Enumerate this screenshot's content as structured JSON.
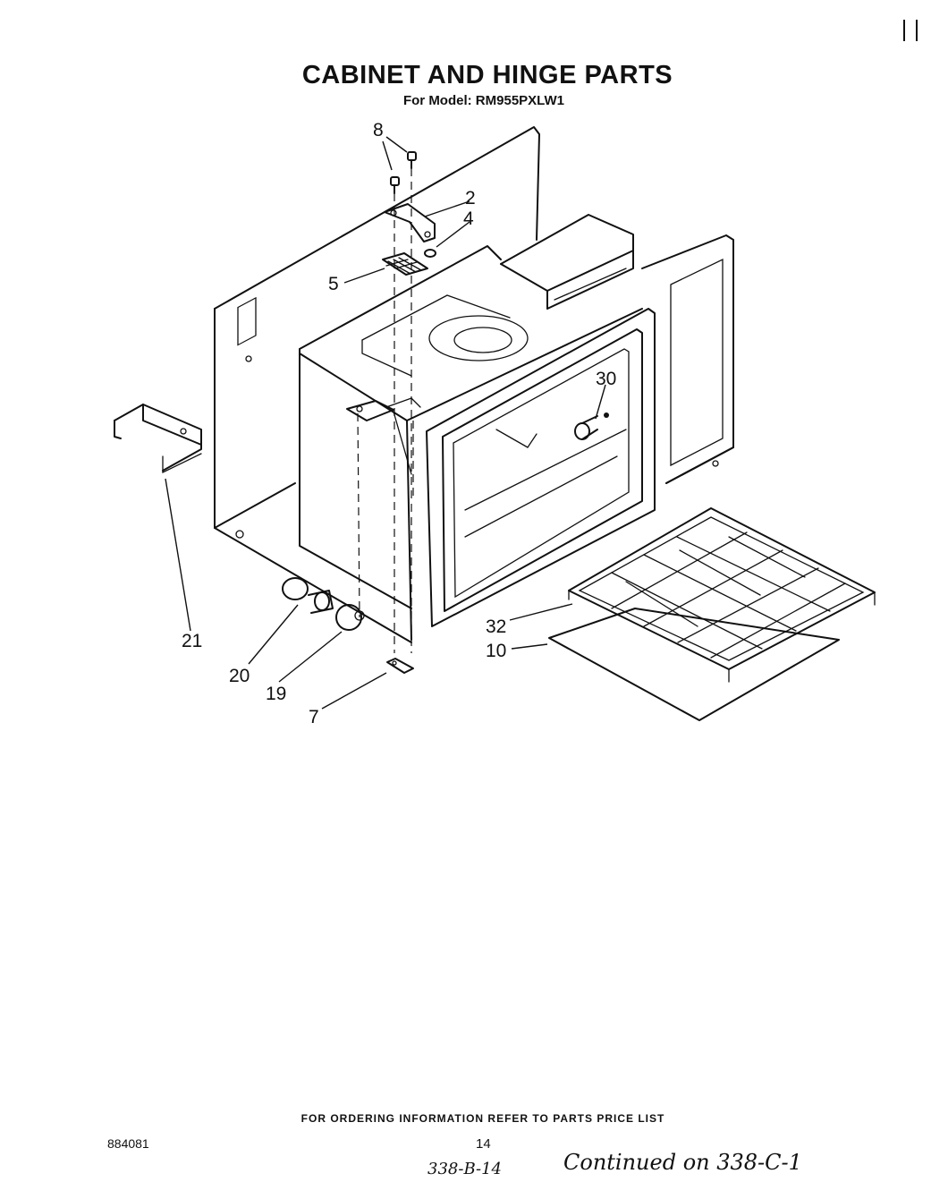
{
  "title": "CABINET AND HINGE PARTS",
  "subtitle": "For Model: RM955PXLW1",
  "callouts": [
    "8",
    "2",
    "4",
    "5",
    "30",
    "21",
    "20",
    "19",
    "7",
    "32",
    "10"
  ],
  "footer": {
    "ordering_note": "FOR ORDERING INFORMATION REFER TO PARTS PRICE LIST",
    "doc_number": "884081",
    "page_number": "14",
    "handwritten_ref": "338-B-14",
    "handwritten_note": "Continued on 338-C-1"
  }
}
